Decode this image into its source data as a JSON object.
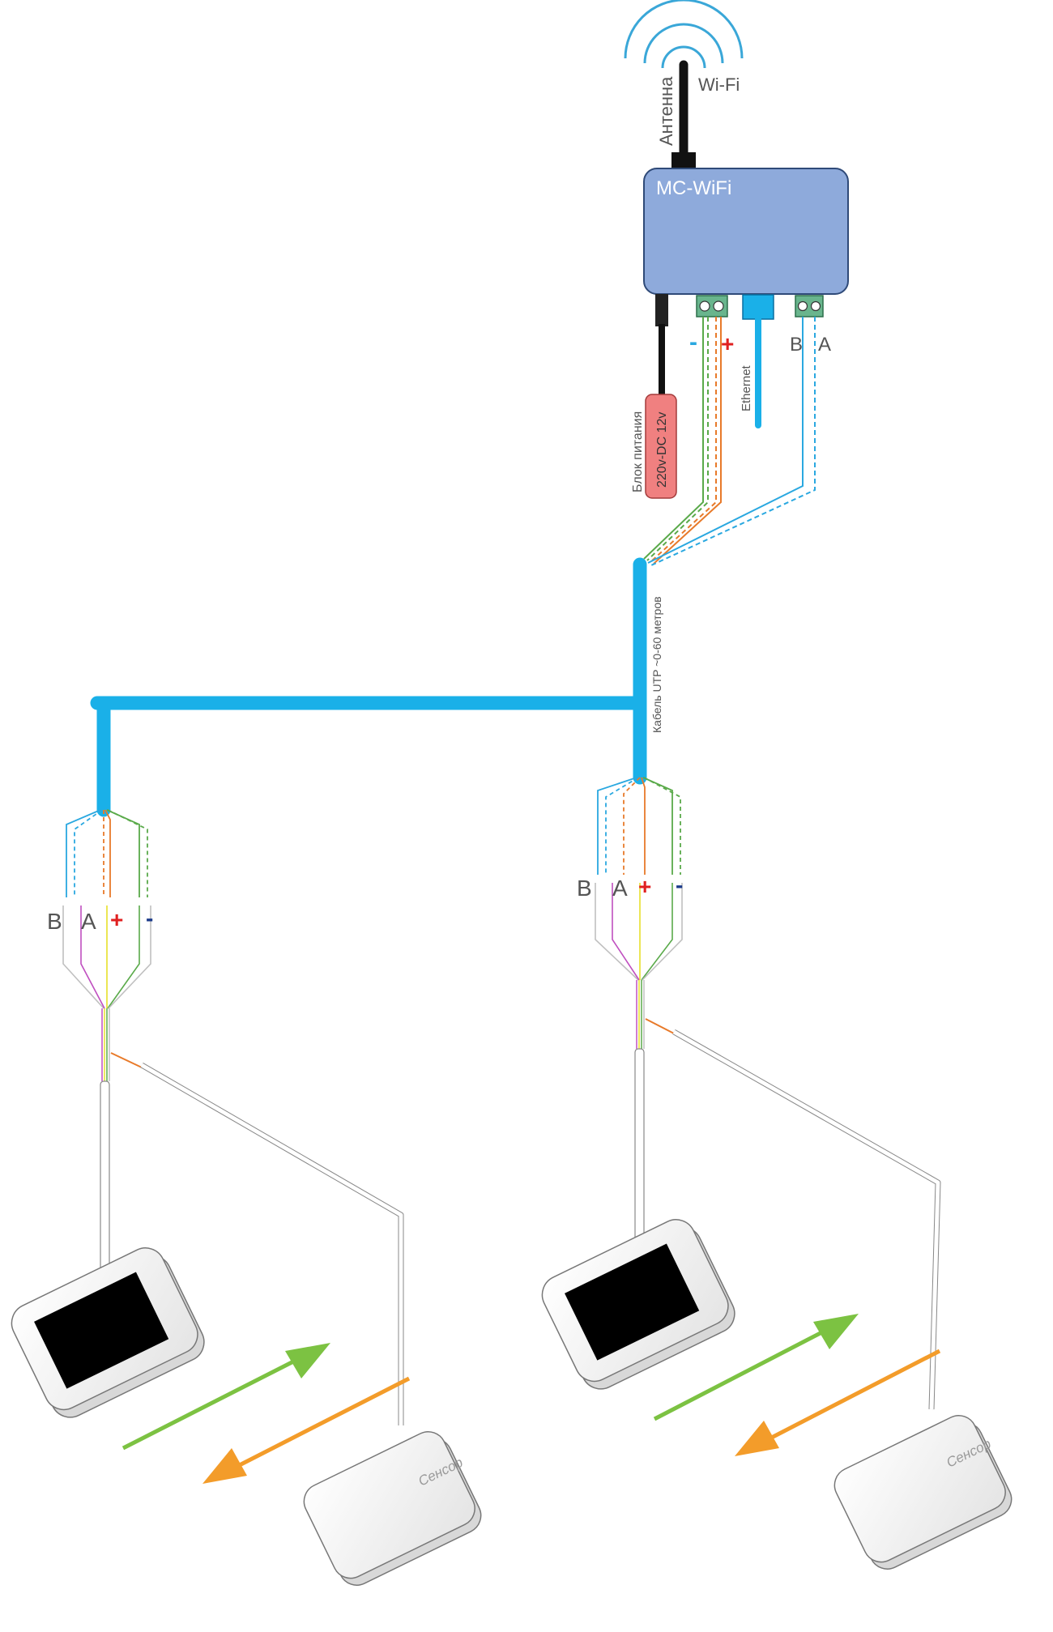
{
  "colors": {
    "cable": "#1ab0e8",
    "controller_fill": "#8eaadb",
    "controller_stroke": "#2f4a78",
    "wifi_waves": "#3aa7d8",
    "antenna": "#111111",
    "psu_fill": "#f08080",
    "psu_stroke": "#a33a3a",
    "terminal_fill": "#69b58d",
    "plus_sign": "#e02020",
    "minus_sign": "#1a3a8a",
    "wire_green": "#5aaa4a",
    "wire_orange": "#e87a2a",
    "wire_blue": "#2aa8e0",
    "wire_yellow": "#e8e02a",
    "wire_purple": "#c050c0",
    "arrow_green": "#7cc242",
    "arrow_orange": "#f39c2a",
    "device_screen": "#000000"
  },
  "icons": [
    "wifi-waves-icon",
    "antenna-icon"
  ],
  "labels": {
    "wifi": "Wi-Fi",
    "antenna": "Антенна",
    "controller": "MC-WiFi",
    "psu_line1": "Блок питания",
    "psu_line2": "220v-DC 12v",
    "ethernet": "Ethernet",
    "cable": "Кабель UTP   ~0-60 метров",
    "terminal_minus": "-",
    "terminal_plus": "+",
    "terminal_b": "B",
    "terminal_a": "A",
    "sensor": "Сенсор"
  },
  "branches": [
    {
      "id": "left",
      "labels": {
        "b": "B",
        "a": "A",
        "plus": "+",
        "minus": "-"
      },
      "sensor_label": "Сенсор"
    },
    {
      "id": "right",
      "labels": {
        "b": "B",
        "a": "A",
        "plus": "+",
        "minus": "-"
      },
      "sensor_label": "Сенсор"
    }
  ]
}
